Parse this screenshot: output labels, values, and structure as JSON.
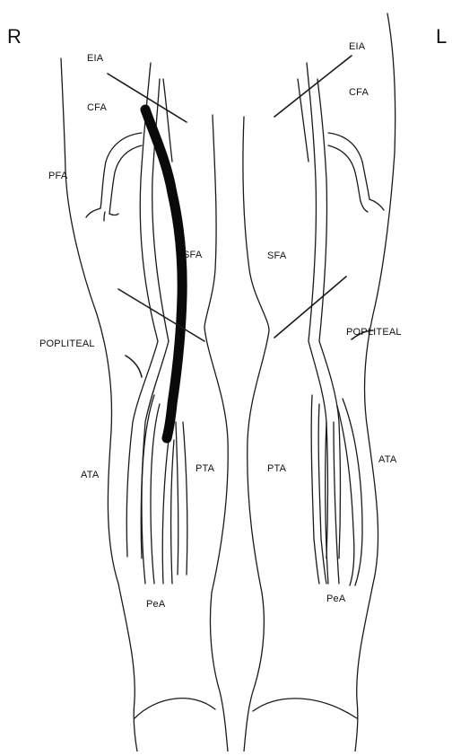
{
  "labels": {
    "right_side": "R",
    "left_side": "L",
    "right": {
      "eia": "EIA",
      "cfa": "CFA",
      "pfa": "PFA",
      "sfa": "SFA",
      "popliteal": "POPLITEAL",
      "ata": "ATA",
      "pta": "PTA",
      "pera": "PeA"
    },
    "left": {
      "eia": "EIA",
      "cfa": "CFA",
      "sfa": "SFA",
      "popliteal": "POPLITEAL",
      "pta": "PTA",
      "ata": "ATA",
      "pera": "PeA"
    }
  },
  "colors": {
    "line": "#1a1a1a",
    "occlusion": "#0a0a0a"
  }
}
